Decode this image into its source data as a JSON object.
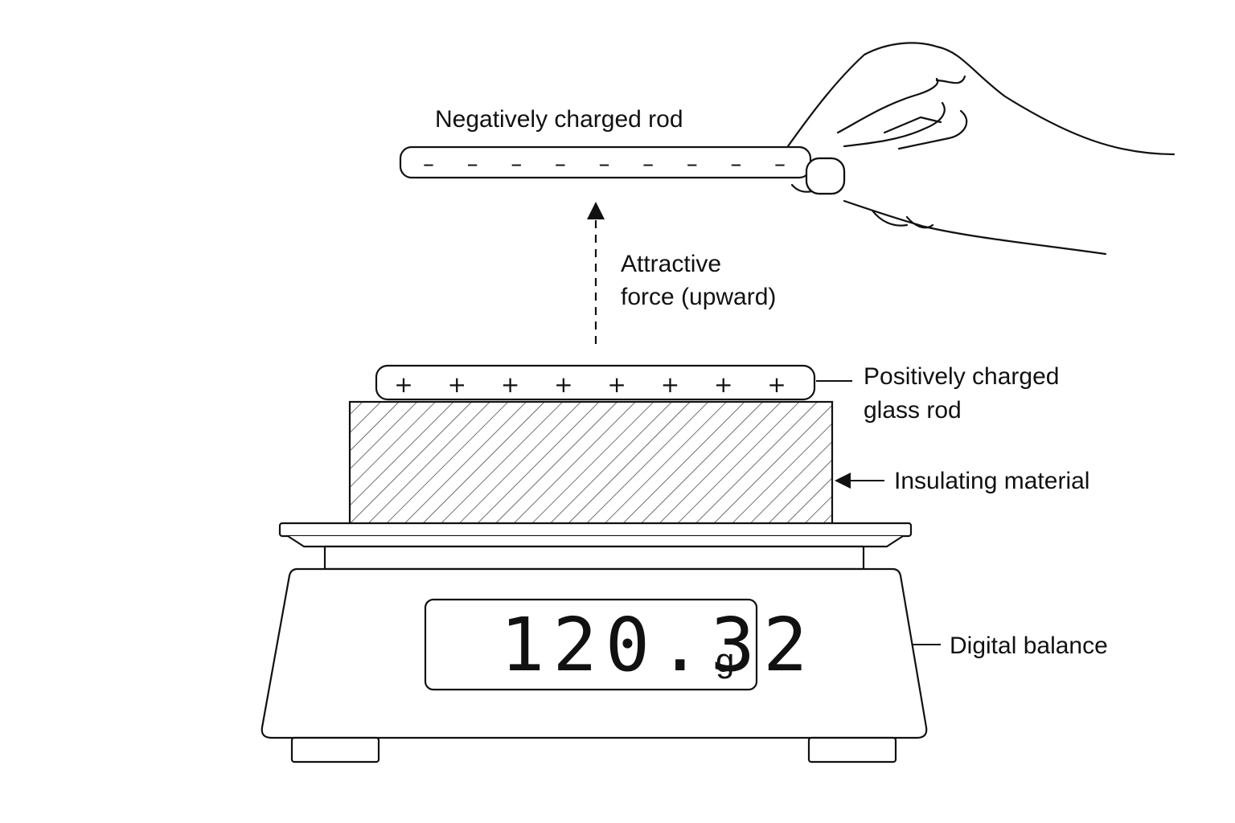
{
  "labels": {
    "negative_rod": "Negatively charged rod",
    "force_line1": "Attractive",
    "force_line2": "force (upward)",
    "positive_rod_line1": "Positively charged",
    "positive_rod_line2": "glass rod",
    "insulator": "Insulating material",
    "balance": "Digital balance"
  },
  "negative_rod": {
    "charge_symbol": "–",
    "charge_count": 9
  },
  "positive_rod": {
    "charge_symbol": "+",
    "charge_count": 8
  },
  "display": {
    "reading": "120.32",
    "unit": "g"
  }
}
